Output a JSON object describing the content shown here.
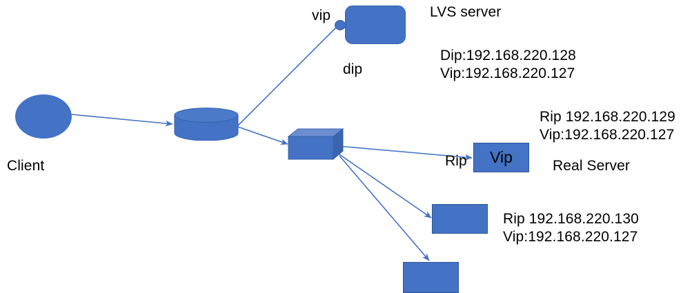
{
  "diagram": {
    "title": "LVS load balancing network topology",
    "colors": {
      "node_fill": "#4472C4",
      "node_top_face": "#6D8FD1",
      "node_side_face": "#3B64AE",
      "edge_stroke": "#4472C4",
      "text": "#000000",
      "background": "#FFFFFF"
    },
    "nodes": {
      "client": {
        "label": "Client",
        "shape": "ellipse"
      },
      "router": {
        "label": "",
        "shape": "cylinder"
      },
      "lvs_server": {
        "label": "",
        "shape": "rounded-rectangle"
      },
      "lvs_vip_dot": {
        "label": "",
        "shape": "ellipse"
      },
      "cube": {
        "label": "",
        "shape": "cube"
      },
      "real_server_1": {
        "label": "Vip",
        "shape": "rectangle"
      },
      "real_server_2": {
        "label": "",
        "shape": "rectangle"
      },
      "real_server_3": {
        "label": "",
        "shape": "rectangle"
      }
    },
    "labels": {
      "client": "Client",
      "vip": "vip",
      "dip": "dip",
      "lvs_server": "LVS server",
      "lvs_ips": "Dip:192.168.220.128\nVip:192.168.220.127",
      "rs1_ips": "Rip 192.168.220.129\nVip:192.168.220.127",
      "real_server": "Real Server",
      "rip_arrow": "Rip",
      "rs2_ips": "Rip 192.168.220.130\nVip:192.168.220.127",
      "vip_box": "Vip"
    },
    "edges": [
      {
        "name": "client-to-router",
        "from": "client",
        "to": "router",
        "arrow": true
      },
      {
        "name": "router-to-lvs",
        "from": "router",
        "to": "lvs_vip_dot",
        "arrow": false
      },
      {
        "name": "router-to-cube",
        "from": "router",
        "to": "cube",
        "arrow": true
      },
      {
        "name": "cube-to-real-server-1",
        "from": "cube",
        "to": "real_server_1",
        "arrow": true
      },
      {
        "name": "cube-to-real-server-2",
        "from": "cube",
        "to": "real_server_2",
        "arrow": true
      },
      {
        "name": "cube-to-real-server-3",
        "from": "cube",
        "to": "real_server_3",
        "arrow": true
      }
    ]
  }
}
